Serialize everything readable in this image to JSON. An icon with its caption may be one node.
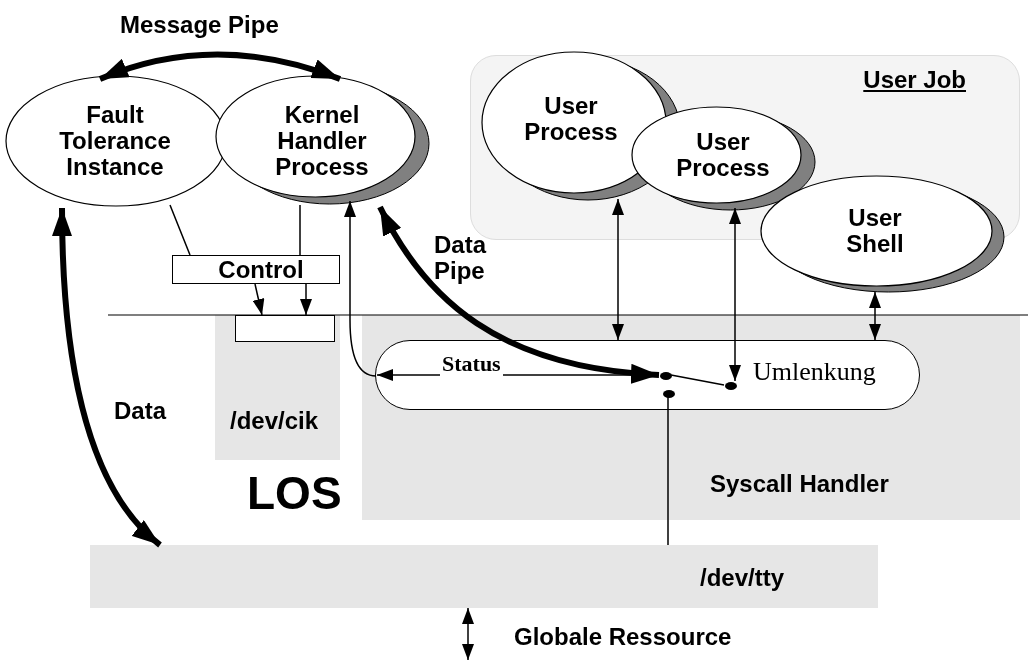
{
  "diagram": {
    "nodes": [
      {
        "text": [
          "Fault Tolerance Instance"
        ]
      },
      {
        "text": [
          "Kernel Handler Process"
        ]
      },
      {
        "text": [
          "User Job"
        ]
      },
      {
        "text": [
          "User Process"
        ],
        "in": 2
      },
      {
        "text": [
          "User Process"
        ],
        "in": 2
      },
      {
        "text": [
          "User Shell"
        ]
      },
      {
        "text": [
          "Control"
        ]
      },
      {
        "text": [
          "/dev/cik"
        ]
      },
      {
        "text": [],
        "shape": "box",
        "in": 7
      },
      {
        "text": [
          "Syscall Handler"
        ]
      },
      {
        "text": [
          "Umlenkung"
        ],
        "in": 9
      },
      {
        "text": [],
        "shape": "circle",
        "in": 10
      },
      {
        "text": [],
        "shape": "circle",
        "in": 10
      },
      {
        "text": [],
        "shape": "circle",
        "in": 10
      },
      {
        "text": [
          "/dev/tty"
        ]
      }
    ],
    "edges": [
      {
        "from": 0,
        "to": 1,
        "arrow": "both",
        "label": "Message Pipe",
        "style": "thick"
      },
      {
        "from": 0,
        "to": 14,
        "arrow": "both",
        "label": "Data",
        "style": "thick"
      },
      {
        "from": 0,
        "to": 6,
        "arrow": "none"
      },
      {
        "from": 1,
        "to": 6,
        "arrow": "none"
      },
      {
        "from": 6,
        "to": 8,
        "arrow": "to"
      },
      {
        "from": 6,
        "to": 8,
        "arrow": "to"
      },
      {
        "from": 10,
        "to": 1,
        "arrow": "to"
      },
      {
        "from": 11,
        "to": 10,
        "arrow": "to",
        "label": "Status"
      },
      {
        "from": 1,
        "to": 11,
        "arrow": "both",
        "label": "Data Pipe",
        "style": "thick"
      },
      {
        "from": 3,
        "to": 10,
        "arrow": "both"
      },
      {
        "from": 4,
        "to": 12,
        "arrow": "both"
      },
      {
        "from": 5,
        "to": 10,
        "arrow": "both"
      },
      {
        "from": 11,
        "to": 12,
        "arrow": "none"
      },
      {
        "from": 13,
        "to": 14,
        "arrow": "none"
      },
      {
        "from": 14,
        "to": null,
        "arrow": "both",
        "label": "Globale Ressource"
      }
    ],
    "labels": [
      "LOS"
    ]
  }
}
